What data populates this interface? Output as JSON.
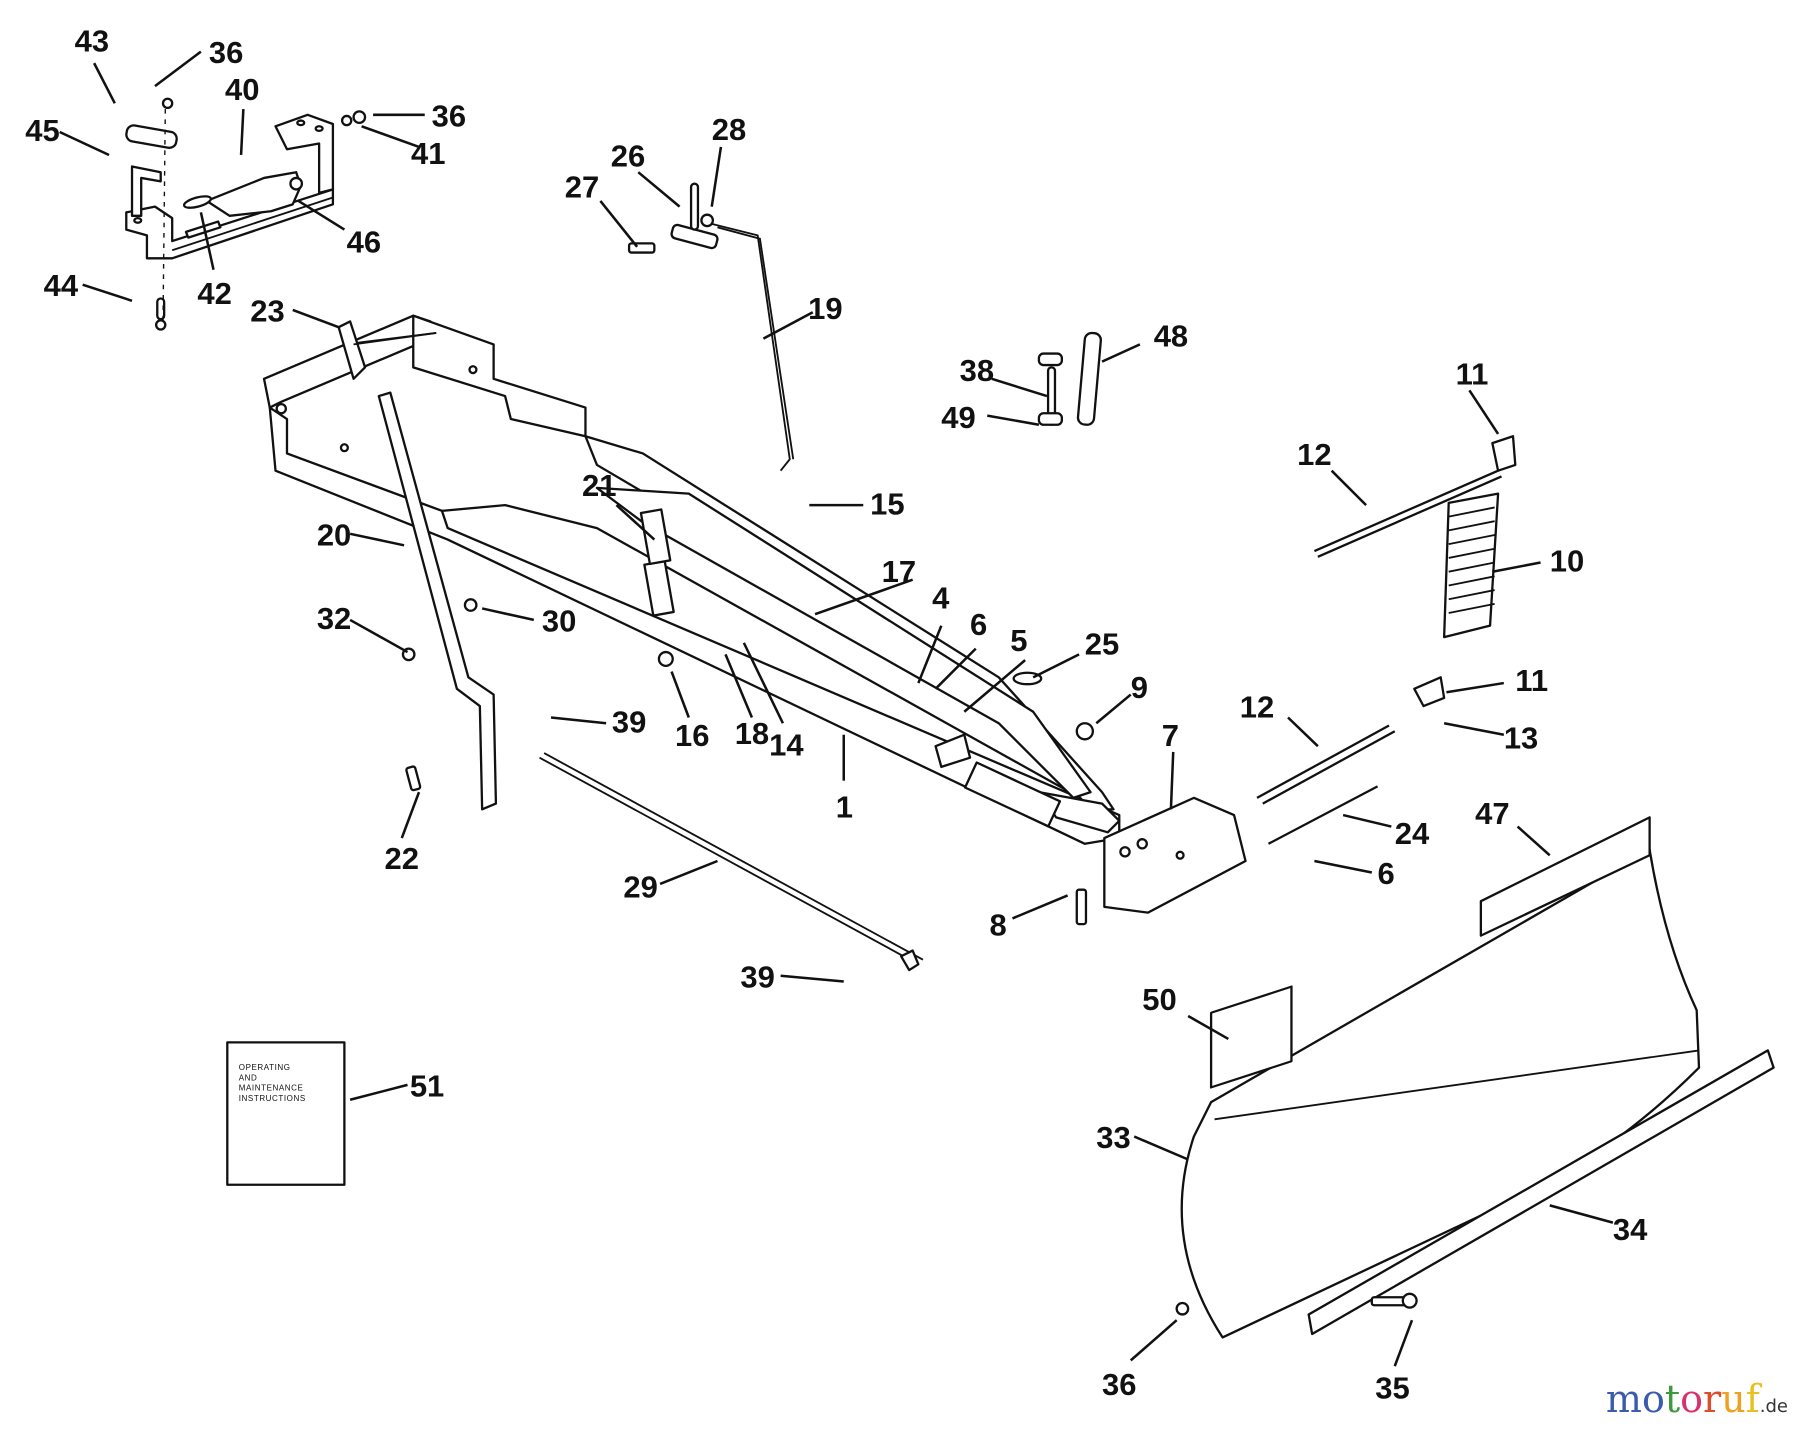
{
  "diagram": {
    "type": "exploded parts diagram",
    "subject": "dozer blade attachment",
    "callouts": [
      {
        "id": "c1",
        "label": "1"
      },
      {
        "id": "c4",
        "label": "4"
      },
      {
        "id": "c5",
        "label": "5"
      },
      {
        "id": "c6a",
        "label": "6"
      },
      {
        "id": "c6b",
        "label": "6"
      },
      {
        "id": "c7",
        "label": "7"
      },
      {
        "id": "c8",
        "label": "8"
      },
      {
        "id": "c9",
        "label": "9"
      },
      {
        "id": "c10",
        "label": "10"
      },
      {
        "id": "c11a",
        "label": "11"
      },
      {
        "id": "c11b",
        "label": "11"
      },
      {
        "id": "c12a",
        "label": "12"
      },
      {
        "id": "c12b",
        "label": "12"
      },
      {
        "id": "c13",
        "label": "13"
      },
      {
        "id": "c14",
        "label": "14"
      },
      {
        "id": "c15",
        "label": "15"
      },
      {
        "id": "c16",
        "label": "16"
      },
      {
        "id": "c17",
        "label": "17"
      },
      {
        "id": "c18",
        "label": "18"
      },
      {
        "id": "c19",
        "label": "19"
      },
      {
        "id": "c20",
        "label": "20"
      },
      {
        "id": "c21",
        "label": "21"
      },
      {
        "id": "c22",
        "label": "22"
      },
      {
        "id": "c23",
        "label": "23"
      },
      {
        "id": "c24",
        "label": "24"
      },
      {
        "id": "c25",
        "label": "25"
      },
      {
        "id": "c26",
        "label": "26"
      },
      {
        "id": "c27",
        "label": "27"
      },
      {
        "id": "c28",
        "label": "28"
      },
      {
        "id": "c29",
        "label": "29"
      },
      {
        "id": "c30",
        "label": "30"
      },
      {
        "id": "c32",
        "label": "32"
      },
      {
        "id": "c33",
        "label": "33"
      },
      {
        "id": "c34",
        "label": "34"
      },
      {
        "id": "c35",
        "label": "35"
      },
      {
        "id": "c36a",
        "label": "36"
      },
      {
        "id": "c36b",
        "label": "36"
      },
      {
        "id": "c36c",
        "label": "36"
      },
      {
        "id": "c38",
        "label": "38"
      },
      {
        "id": "c39a",
        "label": "39"
      },
      {
        "id": "c39b",
        "label": "39"
      },
      {
        "id": "c40",
        "label": "40"
      },
      {
        "id": "c41",
        "label": "41"
      },
      {
        "id": "c42",
        "label": "42"
      },
      {
        "id": "c43",
        "label": "43"
      },
      {
        "id": "c44",
        "label": "44"
      },
      {
        "id": "c45",
        "label": "45"
      },
      {
        "id": "c46",
        "label": "46"
      },
      {
        "id": "c47",
        "label": "47"
      },
      {
        "id": "c48",
        "label": "48"
      },
      {
        "id": "c49",
        "label": "49"
      },
      {
        "id": "c50",
        "label": "50"
      },
      {
        "id": "c51",
        "label": "51"
      }
    ],
    "manual": {
      "line1": "OPERATING",
      "line2": "AND",
      "line3": "MAINTENANCE",
      "line4": "INSTRUCTIONS"
    }
  },
  "watermark": {
    "letters": [
      "m",
      "o",
      "t",
      "o",
      "r",
      "u",
      "f"
    ],
    "colors": [
      "#3b5bab",
      "#3b5bab",
      "#3c9a3c",
      "#d6336c",
      "#e04b2c",
      "#f0a020",
      "#e8c020"
    ],
    "tld": ".de"
  }
}
